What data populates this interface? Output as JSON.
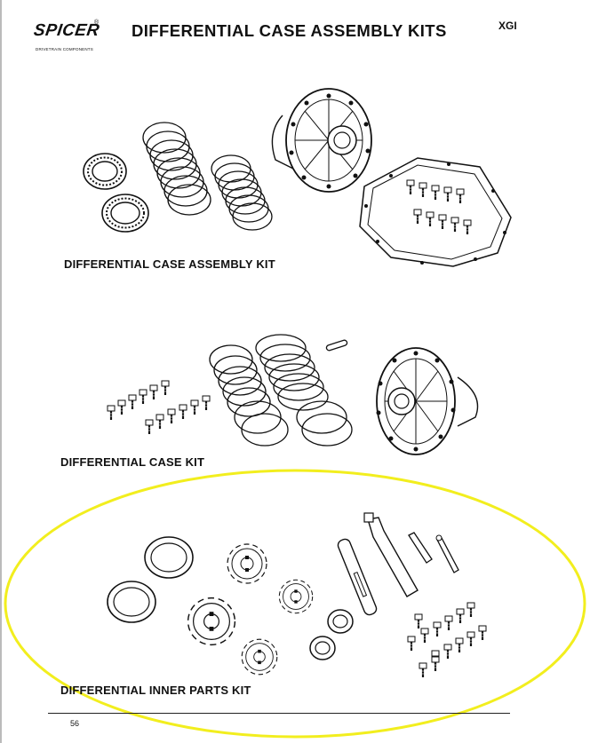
{
  "brand": {
    "logo_text": "SPICER",
    "registered_mark": "®",
    "logo_tagline": "DRIVETRAIN COMPONENTS"
  },
  "header": {
    "title": "DIFFERENTIAL CASE ASSEMBLY KITS",
    "code": "XGI"
  },
  "kits": [
    {
      "caption": "DIFFERENTIAL CASE ASSEMBLY KIT"
    },
    {
      "caption": "DIFFERENTIAL CASE KIT"
    },
    {
      "caption": "DIFFERENTIAL INNER PARTS KIT"
    }
  ],
  "highlight": {
    "color": "#f2ee1e"
  },
  "footer": {
    "page_number": "56"
  }
}
